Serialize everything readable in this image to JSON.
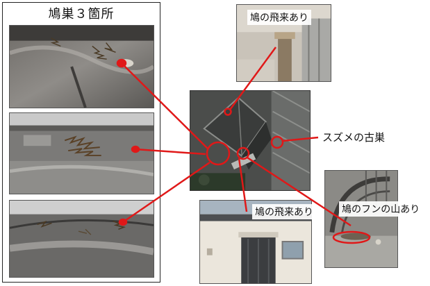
{
  "panel": {
    "title": "鳩巣３箇所"
  },
  "callouts": {
    "pigeon_top": "鳩の飛来あり",
    "sparrow": "スズメの古巣",
    "pigeon_bottom": "鳩の飛来あり",
    "droppings": "鳩のフンの山あり"
  },
  "colors": {
    "accent": "#e01818",
    "frame": "#222222"
  }
}
